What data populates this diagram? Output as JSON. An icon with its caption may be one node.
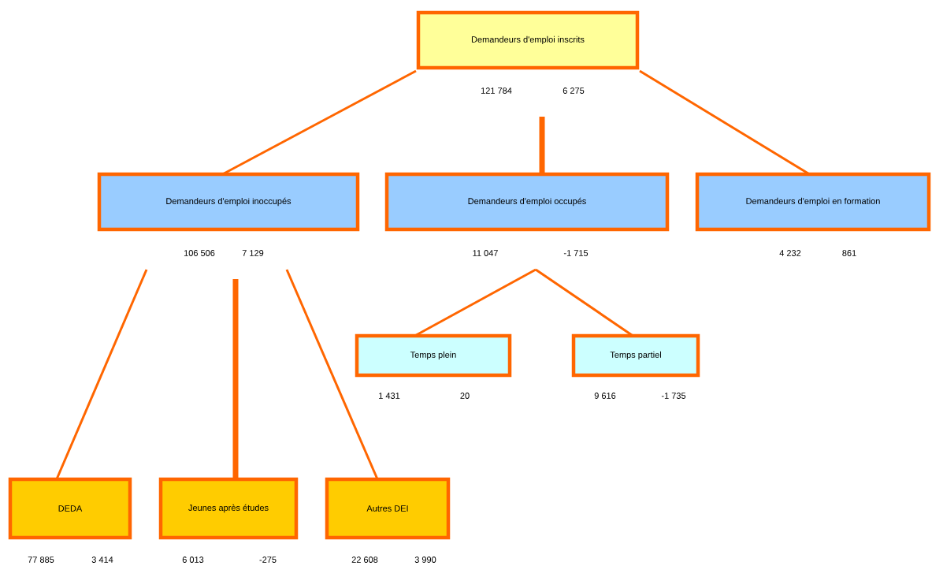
{
  "diagram": {
    "nodes": [
      {
        "text": [
          "Demandeurs d'emploi inscrits"
        ],
        "beside": [
          "121 784",
          "6 275"
        ]
      },
      {
        "text": [
          "Demandeurs d'emploi inoccupés"
        ],
        "beside": [
          "106 506",
          "7 129"
        ]
      },
      {
        "text": [
          "Demandeurs d'emploi occupés"
        ],
        "beside": [
          "11 047",
          "-1 715"
        ]
      },
      {
        "text": [
          "Demandeurs d'emploi en formation"
        ],
        "beside": [
          "4 232",
          "861"
        ]
      },
      {
        "text": [
          "Temps plein"
        ],
        "beside": [
          "1 431",
          "20"
        ]
      },
      {
        "text": [
          "Temps partiel"
        ],
        "beside": [
          "9 616",
          "-1 735"
        ]
      },
      {
        "text": [
          "DEDA"
        ],
        "beside": [
          "77 885",
          "3 414"
        ]
      },
      {
        "text": [
          "Jeunes après études"
        ],
        "beside": [
          "6 013",
          "-275"
        ]
      },
      {
        "text": [
          "Autres DEI"
        ],
        "beside": [
          "22 608",
          "3 990"
        ]
      }
    ],
    "edges": [
      {
        "from": 0,
        "to": 1,
        "arrow": "none"
      },
      {
        "from": 0,
        "to": 2,
        "arrow": "none",
        "style": "thick"
      },
      {
        "from": 0,
        "to": 3,
        "arrow": "none"
      },
      {
        "from": 2,
        "to": 4,
        "arrow": "none"
      },
      {
        "from": 2,
        "to": 5,
        "arrow": "none"
      },
      {
        "from": 1,
        "to": 6,
        "arrow": "none"
      },
      {
        "from": 1,
        "to": 7,
        "arrow": "none",
        "style": "thick"
      },
      {
        "from": 1,
        "to": 8,
        "arrow": "none"
      }
    ]
  }
}
